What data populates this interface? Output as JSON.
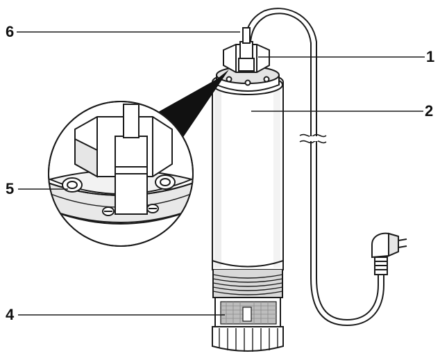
{
  "figure": {
    "callouts": [
      {
        "id": "c1",
        "label": "1"
      },
      {
        "id": "c2",
        "label": "2"
      },
      {
        "id": "c4",
        "label": "4"
      },
      {
        "id": "c5",
        "label": "5"
      },
      {
        "id": "c6",
        "label": "6"
      }
    ]
  },
  "colors": {
    "stroke": "#1a1a1a",
    "fill": "#ffffff",
    "shade": "#d9d9d9",
    "mesh": "#9a9a9a",
    "wedge": "#111111"
  },
  "icons": [
    "submersible-pump-icon",
    "power-plug-icon",
    "magnifier-callout-icon"
  ]
}
